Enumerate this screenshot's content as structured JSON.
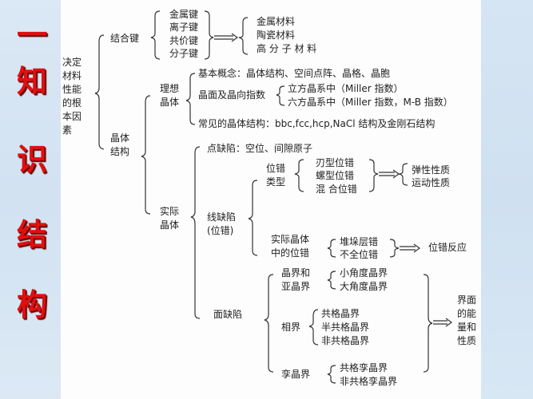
{
  "side_title": {
    "chars": [
      "一",
      "知",
      "识",
      "结",
      "构"
    ],
    "color": "#e01010"
  },
  "root": {
    "label_lines": [
      "决定",
      "材料",
      "性能",
      "的根",
      "本因",
      "素"
    ]
  },
  "bonding": {
    "label": "结合键",
    "types": [
      "金属键",
      "离子键",
      "共价键",
      "分子键"
    ],
    "materials": [
      "金属材料",
      "陶瓷材料",
      "高 分 子 材 料"
    ]
  },
  "crystal_structure": {
    "label_lines": [
      "晶体",
      "结构"
    ],
    "ideal": {
      "label_lines": [
        "理想",
        "晶体"
      ],
      "basic_concepts": "基本概念：晶体结构、空间点阵、晶格、晶胞",
      "indices_label": "晶面及晶向指数",
      "indices": [
        "立方晶系中（Miller 指数）",
        "六方晶系中（Miller 指数，M-B 指数）"
      ],
      "common_structures": "常见的晶体结构：bbc,fcc,hcp,NaCl 结构及金刚石结构"
    },
    "real": {
      "label_lines": [
        "实际",
        "晶体"
      ],
      "point_defects": "点缺陷：空位、间隙原子",
      "line_defects": {
        "label_lines": [
          "线缺陷",
          "(位错)"
        ],
        "dislocation_types": {
          "label_lines": [
            "位错",
            "类型"
          ],
          "items": [
            "刃型位错",
            "螺型位错",
            "混 合位错"
          ],
          "results": [
            "弹性性质",
            "运动性质"
          ]
        },
        "real_crystal_dislocations": {
          "label_lines": [
            "实际晶体",
            "中的位错"
          ],
          "items": [
            "堆垛层错",
            "不全位错"
          ],
          "result": "位错反应"
        }
      },
      "surface_defects": {
        "label": "面缺陷",
        "grain_boundaries": {
          "label_lines": [
            "晶界和",
            "亚晶界"
          ],
          "items": [
            "小角度晶界",
            "大角度晶界"
          ]
        },
        "phase_boundaries": {
          "label": "相界",
          "items": [
            "共格晶界",
            "半共格晶界",
            "非共格晶界"
          ]
        },
        "twin_boundaries": {
          "label": "孪晶界",
          "items": [
            "共格孪晶界",
            "非共格孪晶界"
          ]
        },
        "result_lines": [
          "界面",
          "的能",
          "量和",
          "性质"
        ]
      }
    }
  }
}
